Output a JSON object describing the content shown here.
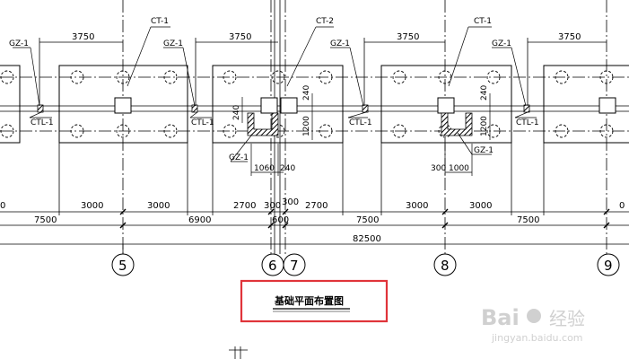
{
  "drawing": {
    "title": "基础平面布置图"
  },
  "labels": {
    "ct1": "CT-1",
    "ct2": "CT-2",
    "gz1": "GZ-1",
    "ctl1": "CTL-1"
  },
  "dimensions": {
    "top_spacing": "3750",
    "d3000": "3000",
    "d2700": "2700",
    "d300": "300",
    "d7500": "7500",
    "d6900": "6900",
    "d600": "600",
    "d82500": "82500",
    "d240": "240",
    "d1200": "1200",
    "d1060": "1060",
    "d1000": "1000",
    "d0": "0"
  },
  "axes": [
    "5",
    "6",
    "7",
    "8",
    "9"
  ],
  "watermark": {
    "logo_text": "Bai",
    "logo_suffix": "经验",
    "url": "jingyan.baidu.com"
  },
  "colors": {
    "lines": "#000000",
    "title_box": "#e0343a",
    "hatch": "#000000"
  }
}
